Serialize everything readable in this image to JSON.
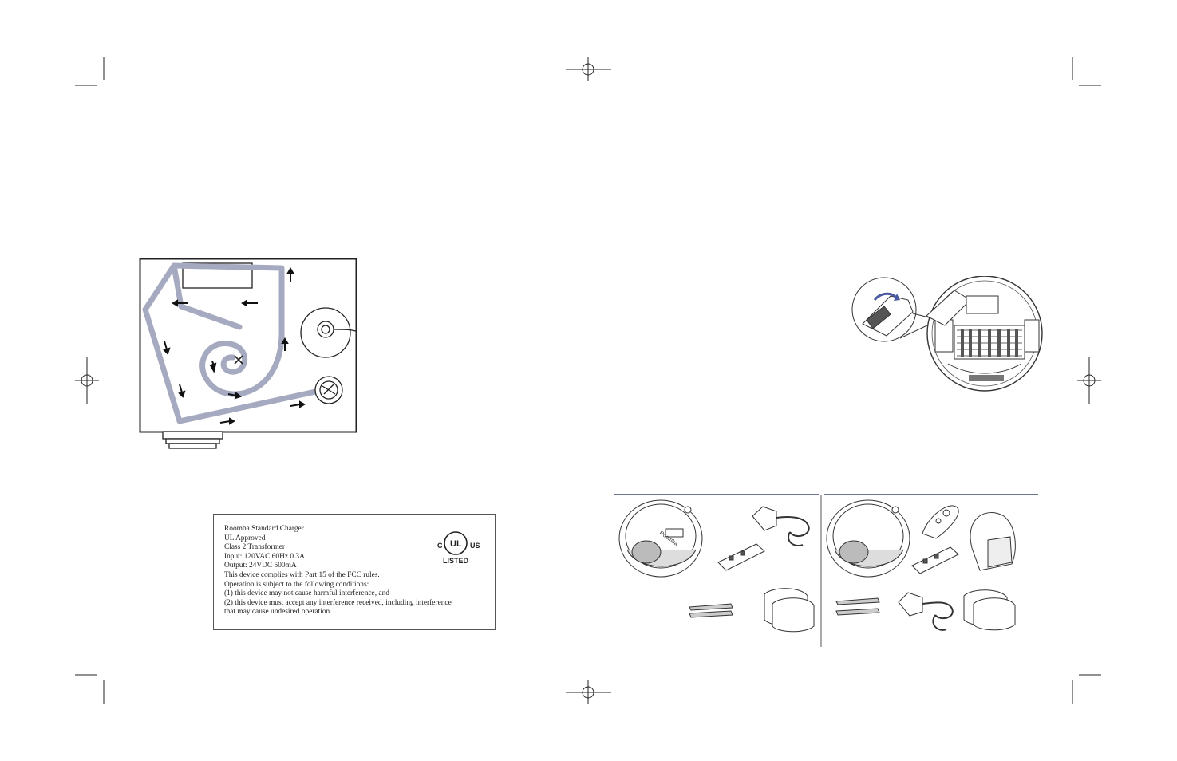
{
  "charger_label": {
    "lines": [
      "Roomba Standard Charger",
      "UL Approved",
      "Class 2 Transformer",
      "Input: 120VAC 60Hz 0.3A",
      "Output: 24VDC 500mA",
      "This device complies with Part 15 of the FCC rules.",
      "Operation is subject to the following conditions:",
      "(1) this device may not cause harmful interference, and",
      "(2) this device must accept any interference received, including interference",
      "that may cause undesired operation."
    ]
  },
  "ul_mark": {
    "left": "C",
    "center": "UL",
    "right": "US",
    "bottom": "LISTED"
  },
  "robot_logo_text": "Roomba",
  "colors": {
    "path": "#a6aac0",
    "rule": "#6e7790",
    "ink": "#333333"
  },
  "icons": [
    "registration-mark-icon",
    "crop-mark-icon",
    "arrow-icon",
    "x-mark-icon"
  ]
}
